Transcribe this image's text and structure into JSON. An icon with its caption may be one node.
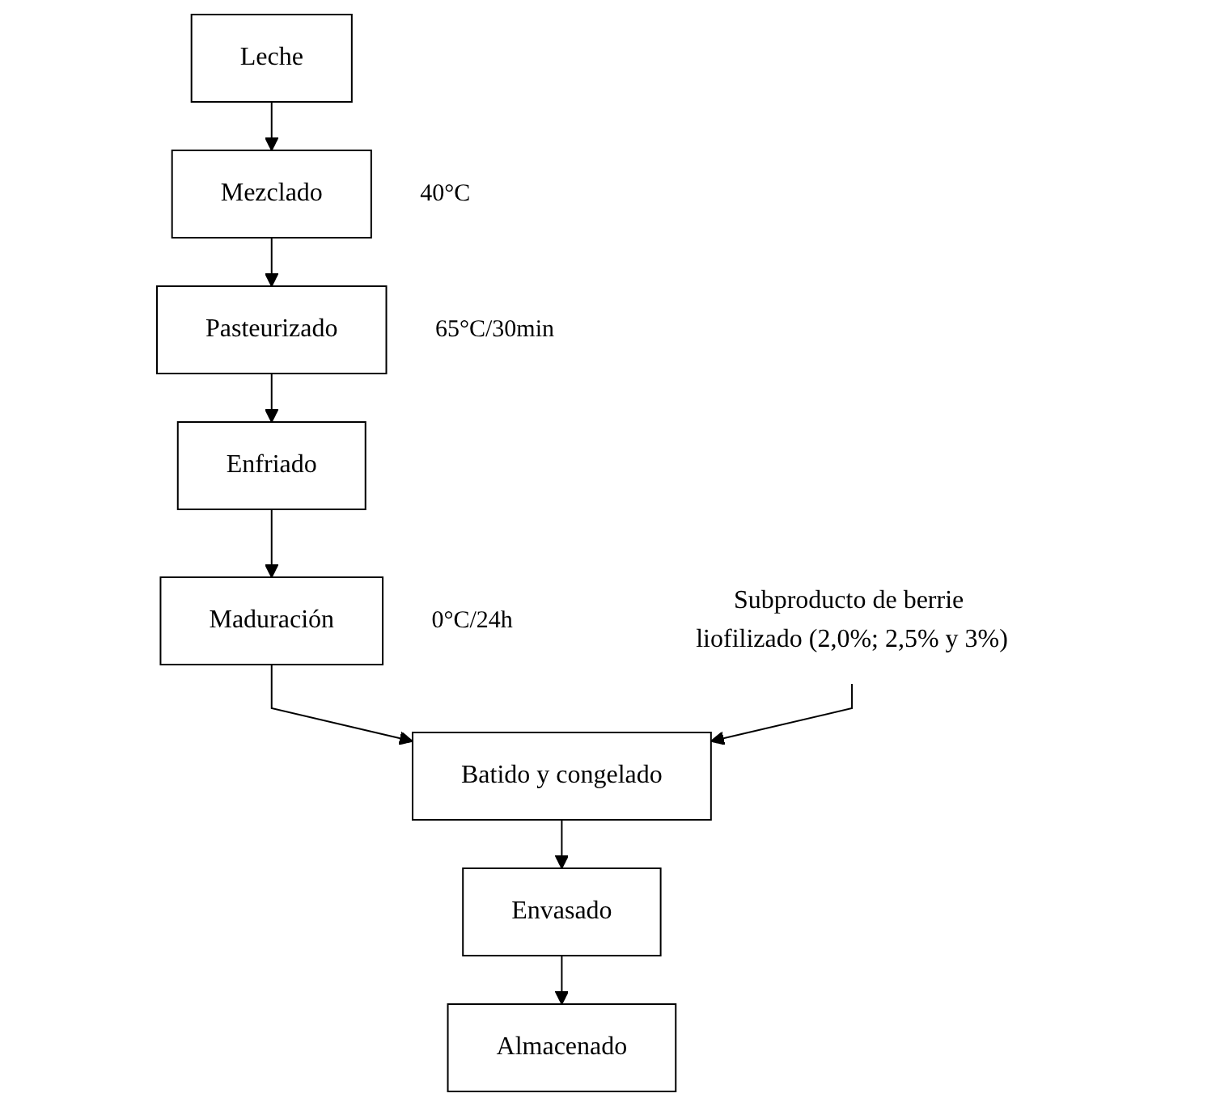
{
  "diagram": {
    "nodes": [
      {
        "text": [
          "Leche"
        ]
      },
      {
        "text": [
          "Mezclado"
        ],
        "beside": [
          "40°C"
        ]
      },
      {
        "text": [
          "Pasteurizado"
        ],
        "beside": [
          "65°C/30min"
        ]
      },
      {
        "text": [
          "Enfriado"
        ]
      },
      {
        "text": [
          "Maduración"
        ],
        "beside": [
          "0°C/24h"
        ]
      },
      {
        "text": [
          "Subproducto de berrie liofilizado (2,0%; 2,5% y 3%)"
        ]
      },
      {
        "text": [
          "Batido y congelado"
        ]
      },
      {
        "text": [
          "Envasado"
        ]
      },
      {
        "text": [
          "Almacenado"
        ]
      }
    ],
    "edges": [
      {
        "from": 0,
        "to": 1,
        "arrow": "to"
      },
      {
        "from": 1,
        "to": 2,
        "arrow": "to"
      },
      {
        "from": 2,
        "to": 3,
        "arrow": "to"
      },
      {
        "from": 3,
        "to": 4,
        "arrow": "to"
      },
      {
        "from": 4,
        "to": 6,
        "arrow": "to"
      },
      {
        "from": 5,
        "to": 6,
        "arrow": "to"
      },
      {
        "from": 6,
        "to": 7,
        "arrow": "to"
      },
      {
        "from": 7,
        "to": 8,
        "arrow": "to"
      }
    ]
  }
}
